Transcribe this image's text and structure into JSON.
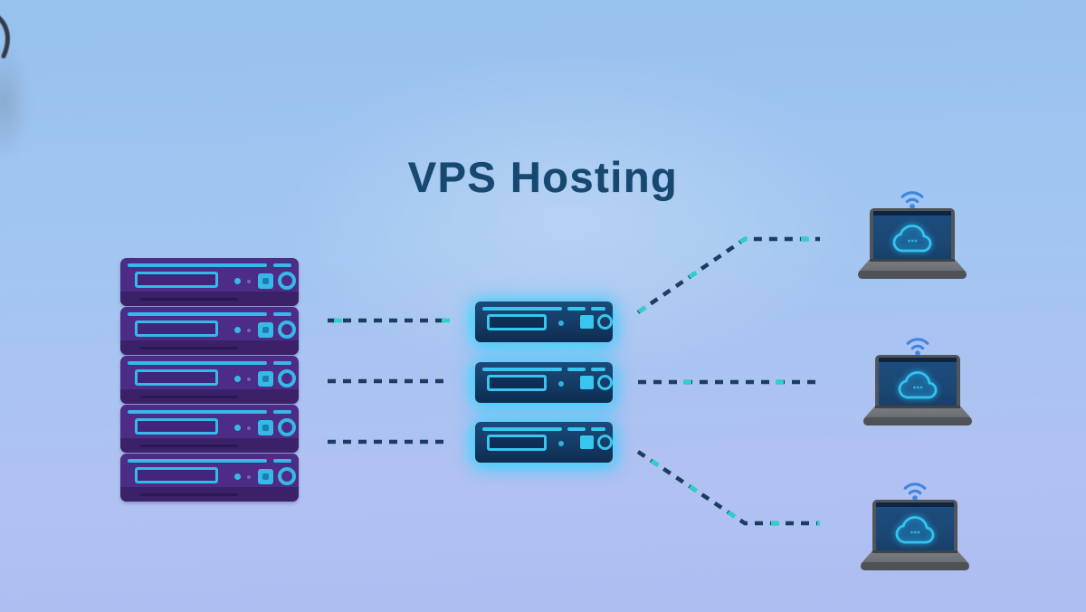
{
  "title": "VPS Hosting",
  "colors": {
    "background_top": "#97c1ee",
    "background_bottom": "#aebdf1",
    "title_navy": "#17486f",
    "rack_body_purple": "#4c2c86",
    "rack_base_purple": "#3b2168",
    "accent_cyan": "#37b9e8",
    "vps_server_navy": "#143b66",
    "vps_glow_cyan": "#2ec9ff",
    "dash_navy": "#1c3c60",
    "dash_teal": "#2ad2c9",
    "laptop_frame_gray": "#50555b",
    "laptop_base_gray": "#6e7276",
    "screen_blue": "#1d4e80",
    "wifi_blue": "#3f86e0"
  },
  "diagram": {
    "physical_rack": {
      "name": "server-rack",
      "unit_count": 5,
      "side": "left"
    },
    "vps_instances": {
      "name": "vps-servers",
      "count": 3,
      "side": "middle"
    },
    "clients": {
      "name": "client-laptops",
      "count": 3,
      "side": "right",
      "icons": [
        "wifi-icon",
        "cloud-icon"
      ]
    },
    "connections": {
      "rack_to_vps": 3,
      "vps_to_clients": 3,
      "line_style": "dashed"
    }
  }
}
